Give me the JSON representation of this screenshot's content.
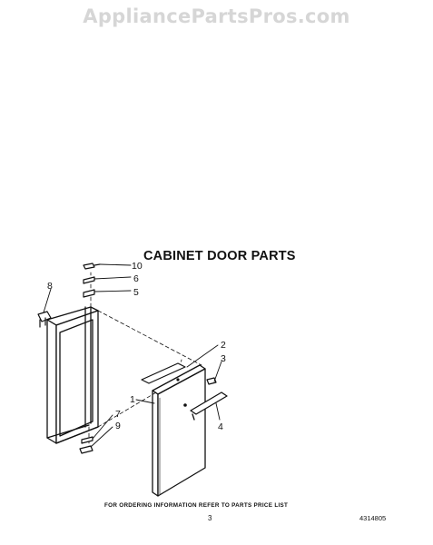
{
  "watermark": "AppliancePartsPros.com",
  "title": "CABINET DOOR PARTS",
  "callouts": [
    "1",
    "2",
    "3",
    "4",
    "5",
    "6",
    "7",
    "8",
    "9",
    "10"
  ],
  "footer_note": "FOR ORDERING INFORMATION REFER TO PARTS PRICE LIST",
  "page_number": "3",
  "part_number": "4314805"
}
